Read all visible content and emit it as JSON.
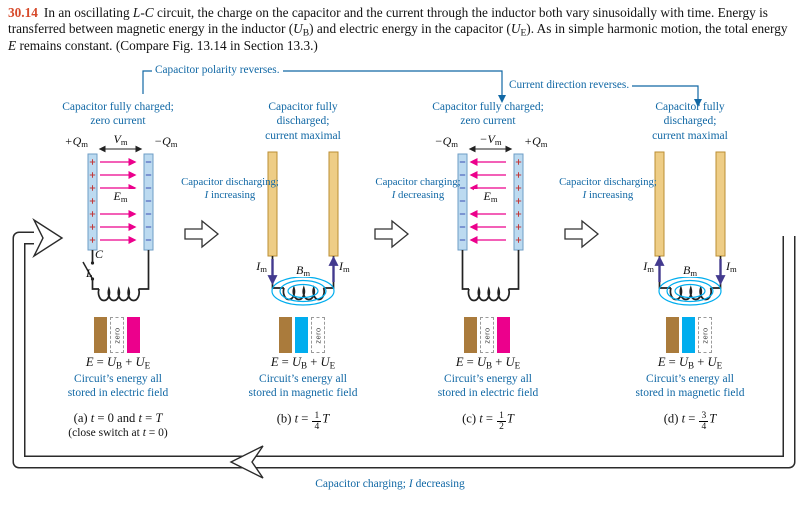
{
  "caption": {
    "number": "30.14",
    "p1": "In an oscillating ",
    "lc": "L-C",
    "p2": " circuit, the charge on the capacitor and the current through the inductor both vary sinusoidally with time. Energy is transferred between magnetic energy in the inductor (",
    "ub_U": "U",
    "ub_B": "B",
    "p3": ") and electric energy in the capacitor (",
    "ue_U": "U",
    "ue_E": "E",
    "p4": "). As in simple harmonic motion, the total energy ",
    "E": "E",
    "p5": " remains constant. (Compare Fig. 13.14 in Section 13.3.)"
  },
  "callouts": {
    "polarity": "Capacitor polarity reverses.",
    "current": "Current direction reverses."
  },
  "transitions": [
    {
      "line1": "Capacitor discharging;",
      "i": "I",
      "rest": " increasing"
    },
    {
      "line1": "Capacitor charging;",
      "i": "I",
      "rest": " decreasing"
    },
    {
      "line1": "Capacitor discharging;",
      "i": "I",
      "rest": " increasing"
    }
  ],
  "bottom": {
    "pre": "Capacitor charging; ",
    "i": "I",
    "rest": " decreasing"
  },
  "shared": {
    "sub_m": "m",
    "zero": "zero",
    "formula": {
      "E": "E",
      "eq": " = ",
      "U": "U",
      "subB": "B",
      "plus": " + ",
      "subE": "E"
    },
    "colors": {
      "blue": "#1168a5",
      "magenta": "#ec008c",
      "cyan": "#00adee",
      "brown": "#aa7b3c",
      "red": "#d6492a"
    }
  },
  "panels": [
    {
      "header": "Capacitor fully charged;\nzero current",
      "q_left": "+Q",
      "q_right": "−Q",
      "v": "V",
      "efield": "E",
      "cap": "C",
      "ind": "L",
      "energy_bars": {
        "E": 1,
        "UB": 0,
        "UE": 1
      },
      "note": "Circuit’s energy all\nstored in electric field",
      "time": {
        "tag": "(a) ",
        "t": "t",
        "mid": " = 0 and ",
        "eq": " = ",
        "T": "T"
      },
      "time2": {
        "pre": "(close switch at ",
        "t": "t",
        "post": " = 0)"
      }
    },
    {
      "header": "Capacitor fully\ndischarged;\ncurrent maximal",
      "i_label": "I",
      "b_label": "B",
      "energy_bars": {
        "E": 1,
        "UB": 1,
        "UE": 0
      },
      "note": "Circuit’s energy all\nstored in magnetic field",
      "time": {
        "tag": "(b) ",
        "t": "t",
        "eq": " = ",
        "num": "1",
        "den": "4",
        "T": "T"
      }
    },
    {
      "header": "Capacitor fully charged;\nzero current",
      "q_left": "−Q",
      "q_right": "+Q",
      "v": "−V",
      "efield": "E",
      "energy_bars": {
        "E": 1,
        "UB": 0,
        "UE": 1
      },
      "note": "Circuit’s energy all\nstored in electric field",
      "time": {
        "tag": "(c) ",
        "t": "t",
        "eq": " = ",
        "num": "1",
        "den": "2",
        "T": "T"
      }
    },
    {
      "header": "Capacitor fully\ndischarged;\ncurrent maximal",
      "i_label": "I",
      "b_label": "B",
      "energy_bars": {
        "E": 1,
        "UB": 1,
        "UE": 0
      },
      "note": "Circuit’s energy all\nstored in magnetic field",
      "time": {
        "tag": "(d) ",
        "t": "t",
        "eq": " = ",
        "num": "3",
        "den": "4",
        "T": "T"
      }
    }
  ]
}
